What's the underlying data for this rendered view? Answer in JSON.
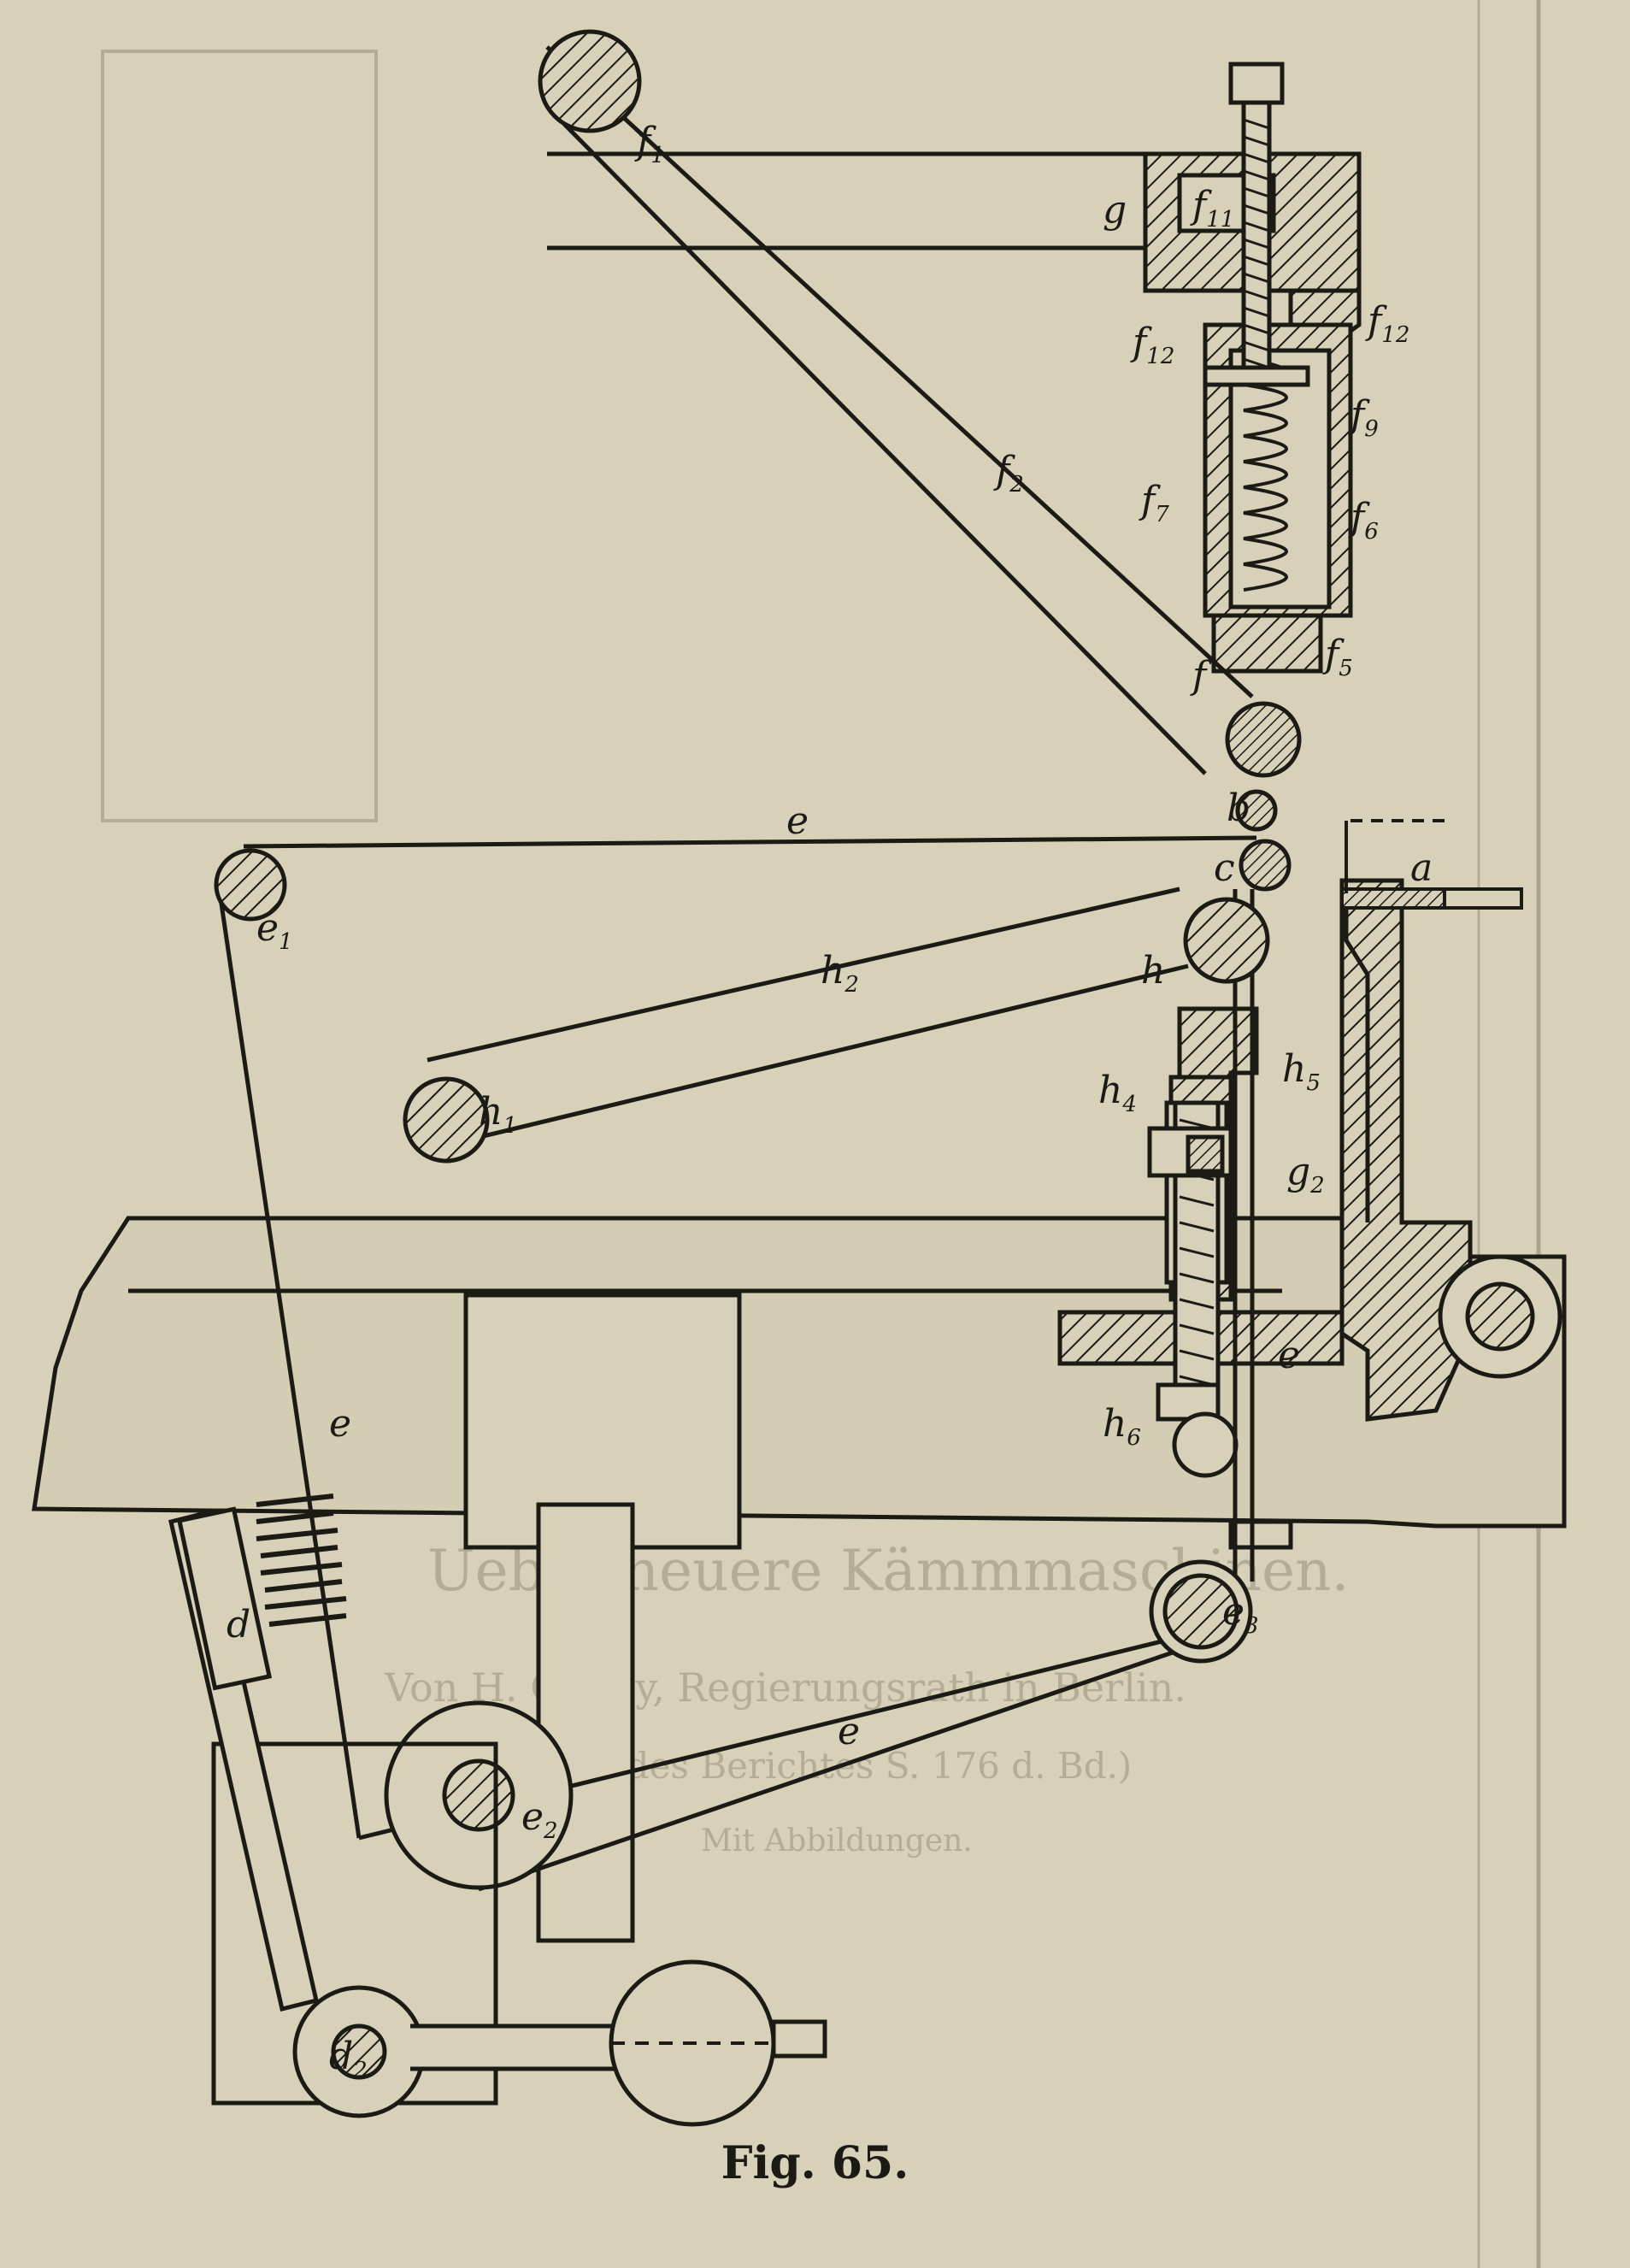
{
  "figure": {
    "caption": "Fig. 65."
  },
  "labels": [
    {
      "id": "a",
      "text": "a"
    },
    {
      "id": "b",
      "text": "b"
    },
    {
      "id": "c",
      "text": "c"
    },
    {
      "id": "d",
      "text": "d"
    },
    {
      "id": "d2",
      "text": "d",
      "sub": "2"
    },
    {
      "id": "e_top",
      "text": "e"
    },
    {
      "id": "e_left",
      "text": "e"
    },
    {
      "id": "e_right",
      "text": "e"
    },
    {
      "id": "e_bottom",
      "text": "e"
    },
    {
      "id": "e1",
      "text": "e",
      "sub": "1"
    },
    {
      "id": "e2",
      "text": "e",
      "sub": "2"
    },
    {
      "id": "e3",
      "text": "e",
      "sub": "3"
    },
    {
      "id": "f",
      "text": "f"
    },
    {
      "id": "f1",
      "text": "f",
      "sub": "1"
    },
    {
      "id": "f2",
      "text": "f",
      "sub": "2"
    },
    {
      "id": "f5",
      "text": "f",
      "sub": "5"
    },
    {
      "id": "f6",
      "text": "f",
      "sub": "6"
    },
    {
      "id": "f7",
      "text": "f",
      "sub": "7"
    },
    {
      "id": "f9",
      "text": "f",
      "sub": "9"
    },
    {
      "id": "f11",
      "text": "f",
      "sub": "11"
    },
    {
      "id": "f12_left",
      "text": "f",
      "sub": "12"
    },
    {
      "id": "f12_right",
      "text": "f",
      "sub": "12"
    },
    {
      "id": "g",
      "text": "g"
    },
    {
      "id": "g2",
      "text": "g",
      "sub": "2"
    },
    {
      "id": "h",
      "text": "h"
    },
    {
      "id": "h1",
      "text": "h",
      "sub": "1"
    },
    {
      "id": "h2",
      "text": "h",
      "sub": "2"
    },
    {
      "id": "h4",
      "text": "h",
      "sub": "4"
    },
    {
      "id": "h5",
      "text": "h",
      "sub": "5"
    },
    {
      "id": "h6",
      "text": "h",
      "sub": "6"
    }
  ],
  "background_text": [
    "Ueber neuere Kämmmaschinen.",
    "Von H. Glafey, Regierungsrath in Berlin.",
    "(Schluss des Berichtes S. 176 d. Bd.)",
    "Mit Abbildungen."
  ]
}
